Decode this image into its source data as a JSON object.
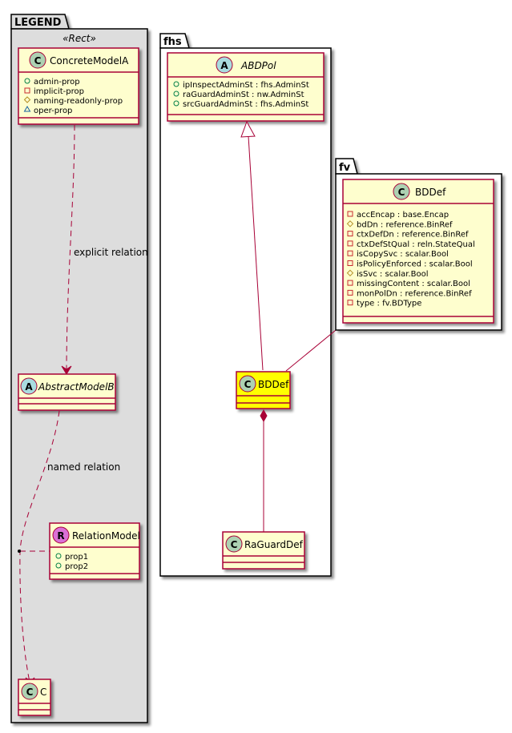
{
  "colors": {
    "class_fill": "#FEFECE",
    "class_border": "#A80036",
    "highlight_fill": "#FFFF00",
    "legend_bg": "#DDDDDD",
    "relation_line": "#A80036",
    "circle_class": "#ADD1B2",
    "circle_abstract": "#A9DCDF",
    "circle_relation": "#DA70D6"
  },
  "packages": {
    "legend": {
      "name": "LEGEND",
      "stereotype": "«Rect»",
      "classes": {
        "concrete_a": {
          "kind": "C",
          "name": "ConcreteModelA",
          "attributes": [
            {
              "visibility": "public",
              "text": "admin-prop"
            },
            {
              "visibility": "private",
              "text": "implicit-prop"
            },
            {
              "visibility": "protected",
              "text": "naming-readonly-prop"
            },
            {
              "visibility": "package",
              "text": "oper-prop"
            }
          ]
        },
        "abstract_b": {
          "kind": "A",
          "name": "AbstractModelB"
        },
        "relation_model": {
          "kind": "R",
          "name": "RelationModel",
          "attributes": [
            {
              "visibility": "public",
              "text": "prop1"
            },
            {
              "visibility": "public",
              "text": "prop2"
            }
          ]
        },
        "c": {
          "kind": "C",
          "name": "C"
        }
      },
      "relations": {
        "explicit": "explicit relation",
        "named": "named relation"
      }
    },
    "fhs": {
      "name": "fhs",
      "classes": {
        "abdpol": {
          "kind": "A",
          "name": "ABDPol",
          "attributes": [
            {
              "visibility": "public",
              "text": "ipInspectAdminSt : fhs.AdminSt"
            },
            {
              "visibility": "public",
              "text": "raGuardAdminSt : nw.AdminSt"
            },
            {
              "visibility": "public",
              "text": "srcGuardAdminSt : fhs.AdminSt"
            }
          ]
        },
        "bddef": {
          "kind": "C",
          "name": "BDDef",
          "highlighted": true
        },
        "raguarddef": {
          "kind": "C",
          "name": "RaGuardDef"
        }
      }
    },
    "fv": {
      "name": "fv",
      "classes": {
        "bddef": {
          "kind": "C",
          "name": "BDDef",
          "attributes": [
            {
              "visibility": "private",
              "text": "accEncap : base.Encap"
            },
            {
              "visibility": "protected",
              "text": "bdDn : reference.BinRef"
            },
            {
              "visibility": "private",
              "text": "ctxDefDn : reference.BinRef"
            },
            {
              "visibility": "private",
              "text": "ctxDefStQual : reln.StateQual"
            },
            {
              "visibility": "private",
              "text": "isCopySvc : scalar.Bool"
            },
            {
              "visibility": "private",
              "text": "isPolicyEnforced : scalar.Bool"
            },
            {
              "visibility": "protected",
              "text": "isSvc : scalar.Bool"
            },
            {
              "visibility": "private",
              "text": "missingContent : scalar.Bool"
            },
            {
              "visibility": "private",
              "text": "monPolDn : reference.BinRef"
            },
            {
              "visibility": "private",
              "text": "type : fv.BDType"
            }
          ]
        }
      }
    }
  }
}
